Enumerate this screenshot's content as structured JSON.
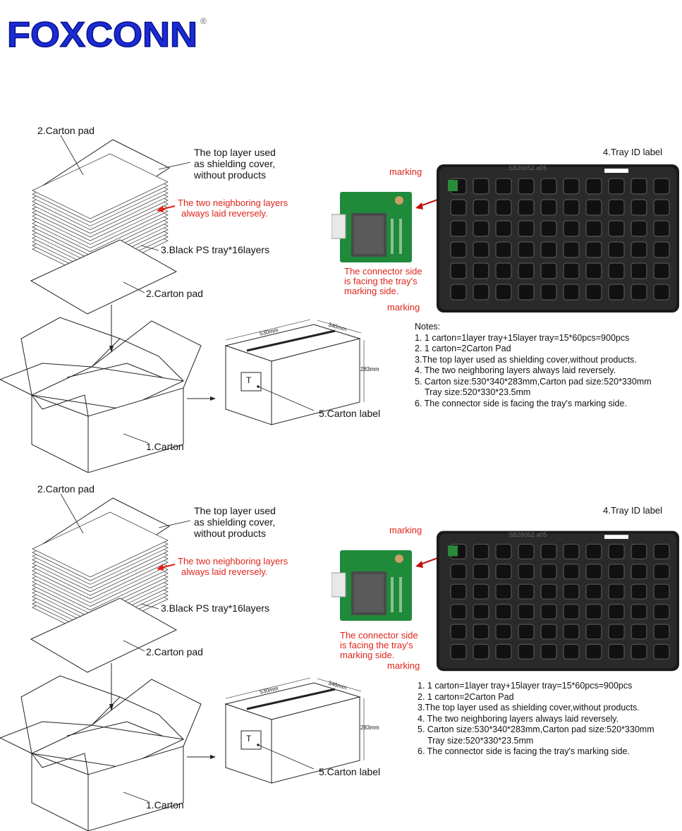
{
  "header": {
    "logo_text": "FOXCONN",
    "registered_mark": "®"
  },
  "sections": [
    {
      "labels": {
        "carton_pad_top": "2.Carton pad",
        "top_layer": [
          "The top layer used",
          "as shielding cover,",
          "without products"
        ],
        "neighbor": [
          "The two neighboring layers",
          "always laid reversely."
        ],
        "tray_layers": "3.Black PS tray*16layers",
        "carton_pad_bottom": "2.Carton pad",
        "carton": "1.Carton",
        "carton_label": "5.Carton label",
        "label_letter": "T",
        "dim_length": "530mm",
        "dim_width": "340mm",
        "dim_height": "283mm",
        "tray_id_label": "4.Tray ID label",
        "marking_top": "marking",
        "marking_bottom": "marking",
        "tray_code": "SB26052 a05",
        "connector_note": [
          "The connector side",
          "is facing the tray's",
          "marking side."
        ]
      },
      "notes_title": "Notes:",
      "notes": [
        "1. 1 carton=1layer tray+15layer tray=15*60pcs=900pcs",
        "2. 1 carton=2Carton Pad",
        "3.The top layer used as shielding cover,without products.",
        "4. The two neighboring layers always laid reversely.",
        "5. Carton size:530*340*283mm,Carton pad size:520*330mm",
        "    Tray size:520*330*23.5mm",
        "6. The connector side is facing the tray's marking side."
      ]
    },
    {
      "labels": {
        "carton_pad_top": "2.Carton pad",
        "top_layer": [
          "The top layer used",
          "as shielding cover,",
          "without products"
        ],
        "neighbor": [
          "The two neighboring layers",
          "always laid reversely."
        ],
        "tray_layers": "3.Black PS tray*16layers",
        "carton_pad_bottom": "2.Carton pad",
        "carton": "1.Carton",
        "carton_label": "5.Carton label",
        "label_letter": "T",
        "dim_length": "530mm",
        "dim_width": "346mm",
        "dim_height": "283mm",
        "tray_id_label": "4.Tray ID label",
        "marking_top": "marking",
        "marking_bottom": "marking",
        "tray_code": "SB26052 a05",
        "connector_note": [
          "The connector side",
          "is facing the tray's",
          "marking side."
        ]
      },
      "notes_title": "",
      "notes": [
        "1. 1 carton=1layer tray+15layer tray=15*60pcs=900pcs",
        "2. 1 carton=2Carton Pad",
        "3.The top layer used as shielding cover,without products.",
        "4. The two neighboring layers always laid reversely.",
        "5. Carton size:530*340*283mm,Carton pad size:520*330mm",
        "    Tray size:520*330*23.5mm",
        "6. The connector side is facing the tray's marking side."
      ]
    }
  ],
  "colors": {
    "logo_blue": "#1a2bd6",
    "annotation_red": "#e0231b",
    "pcb_green": "#1f8a3a",
    "tray_black": "#1a1a1a"
  }
}
